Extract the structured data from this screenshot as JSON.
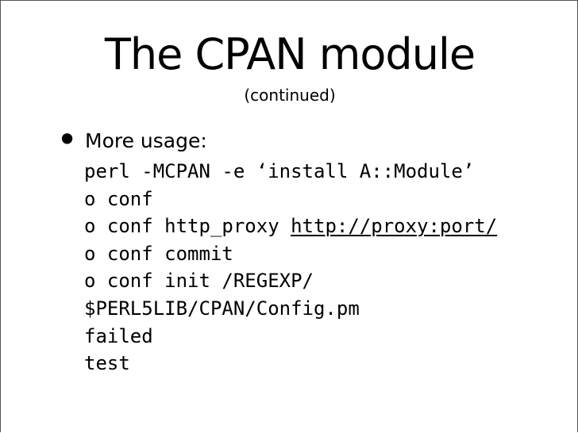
{
  "slide": {
    "title": "The CPAN module",
    "subtitle": "(continued)",
    "bullet": {
      "marker": "•",
      "text": "More usage:"
    },
    "code": {
      "line1": "perl -MCPAN -e ‘install A::Module’",
      "line2": "o conf",
      "line3_prefix": "o conf http_proxy ",
      "line3_link": "http://proxy:port/",
      "line4": "o conf commit",
      "line5": "o conf init /REGEXP/",
      "line6": "$PERL5LIB/CPAN/Config.pm",
      "line7": "failed",
      "line8": "test"
    }
  }
}
